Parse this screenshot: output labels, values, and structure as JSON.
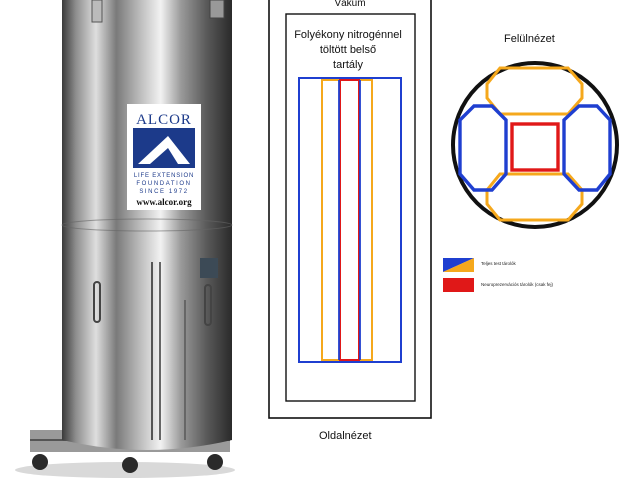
{
  "tank": {
    "logo_name": "ALCOR",
    "logo_line1": "LIFE EXTENSION",
    "logo_line2": "FOUNDATION",
    "logo_line3": "SINCE 1972",
    "website": "www.alcor.org"
  },
  "side_view": {
    "vacuum_label": "Vákum",
    "inner_line1": "Folyékony nitrogénnel",
    "inner_line2": "töltött belső",
    "inner_line3": "tartály",
    "caption": "Oldalnézet"
  },
  "top_view": {
    "caption": "Felülnézet"
  },
  "legend": {
    "whole_body": "Teljes test tárolók",
    "neuro": "Neuroprezervációs tárolók (csak fej)"
  },
  "colors": {
    "blue": "#1f3fd0",
    "orange": "#f5a81c",
    "red": "#e01818"
  }
}
